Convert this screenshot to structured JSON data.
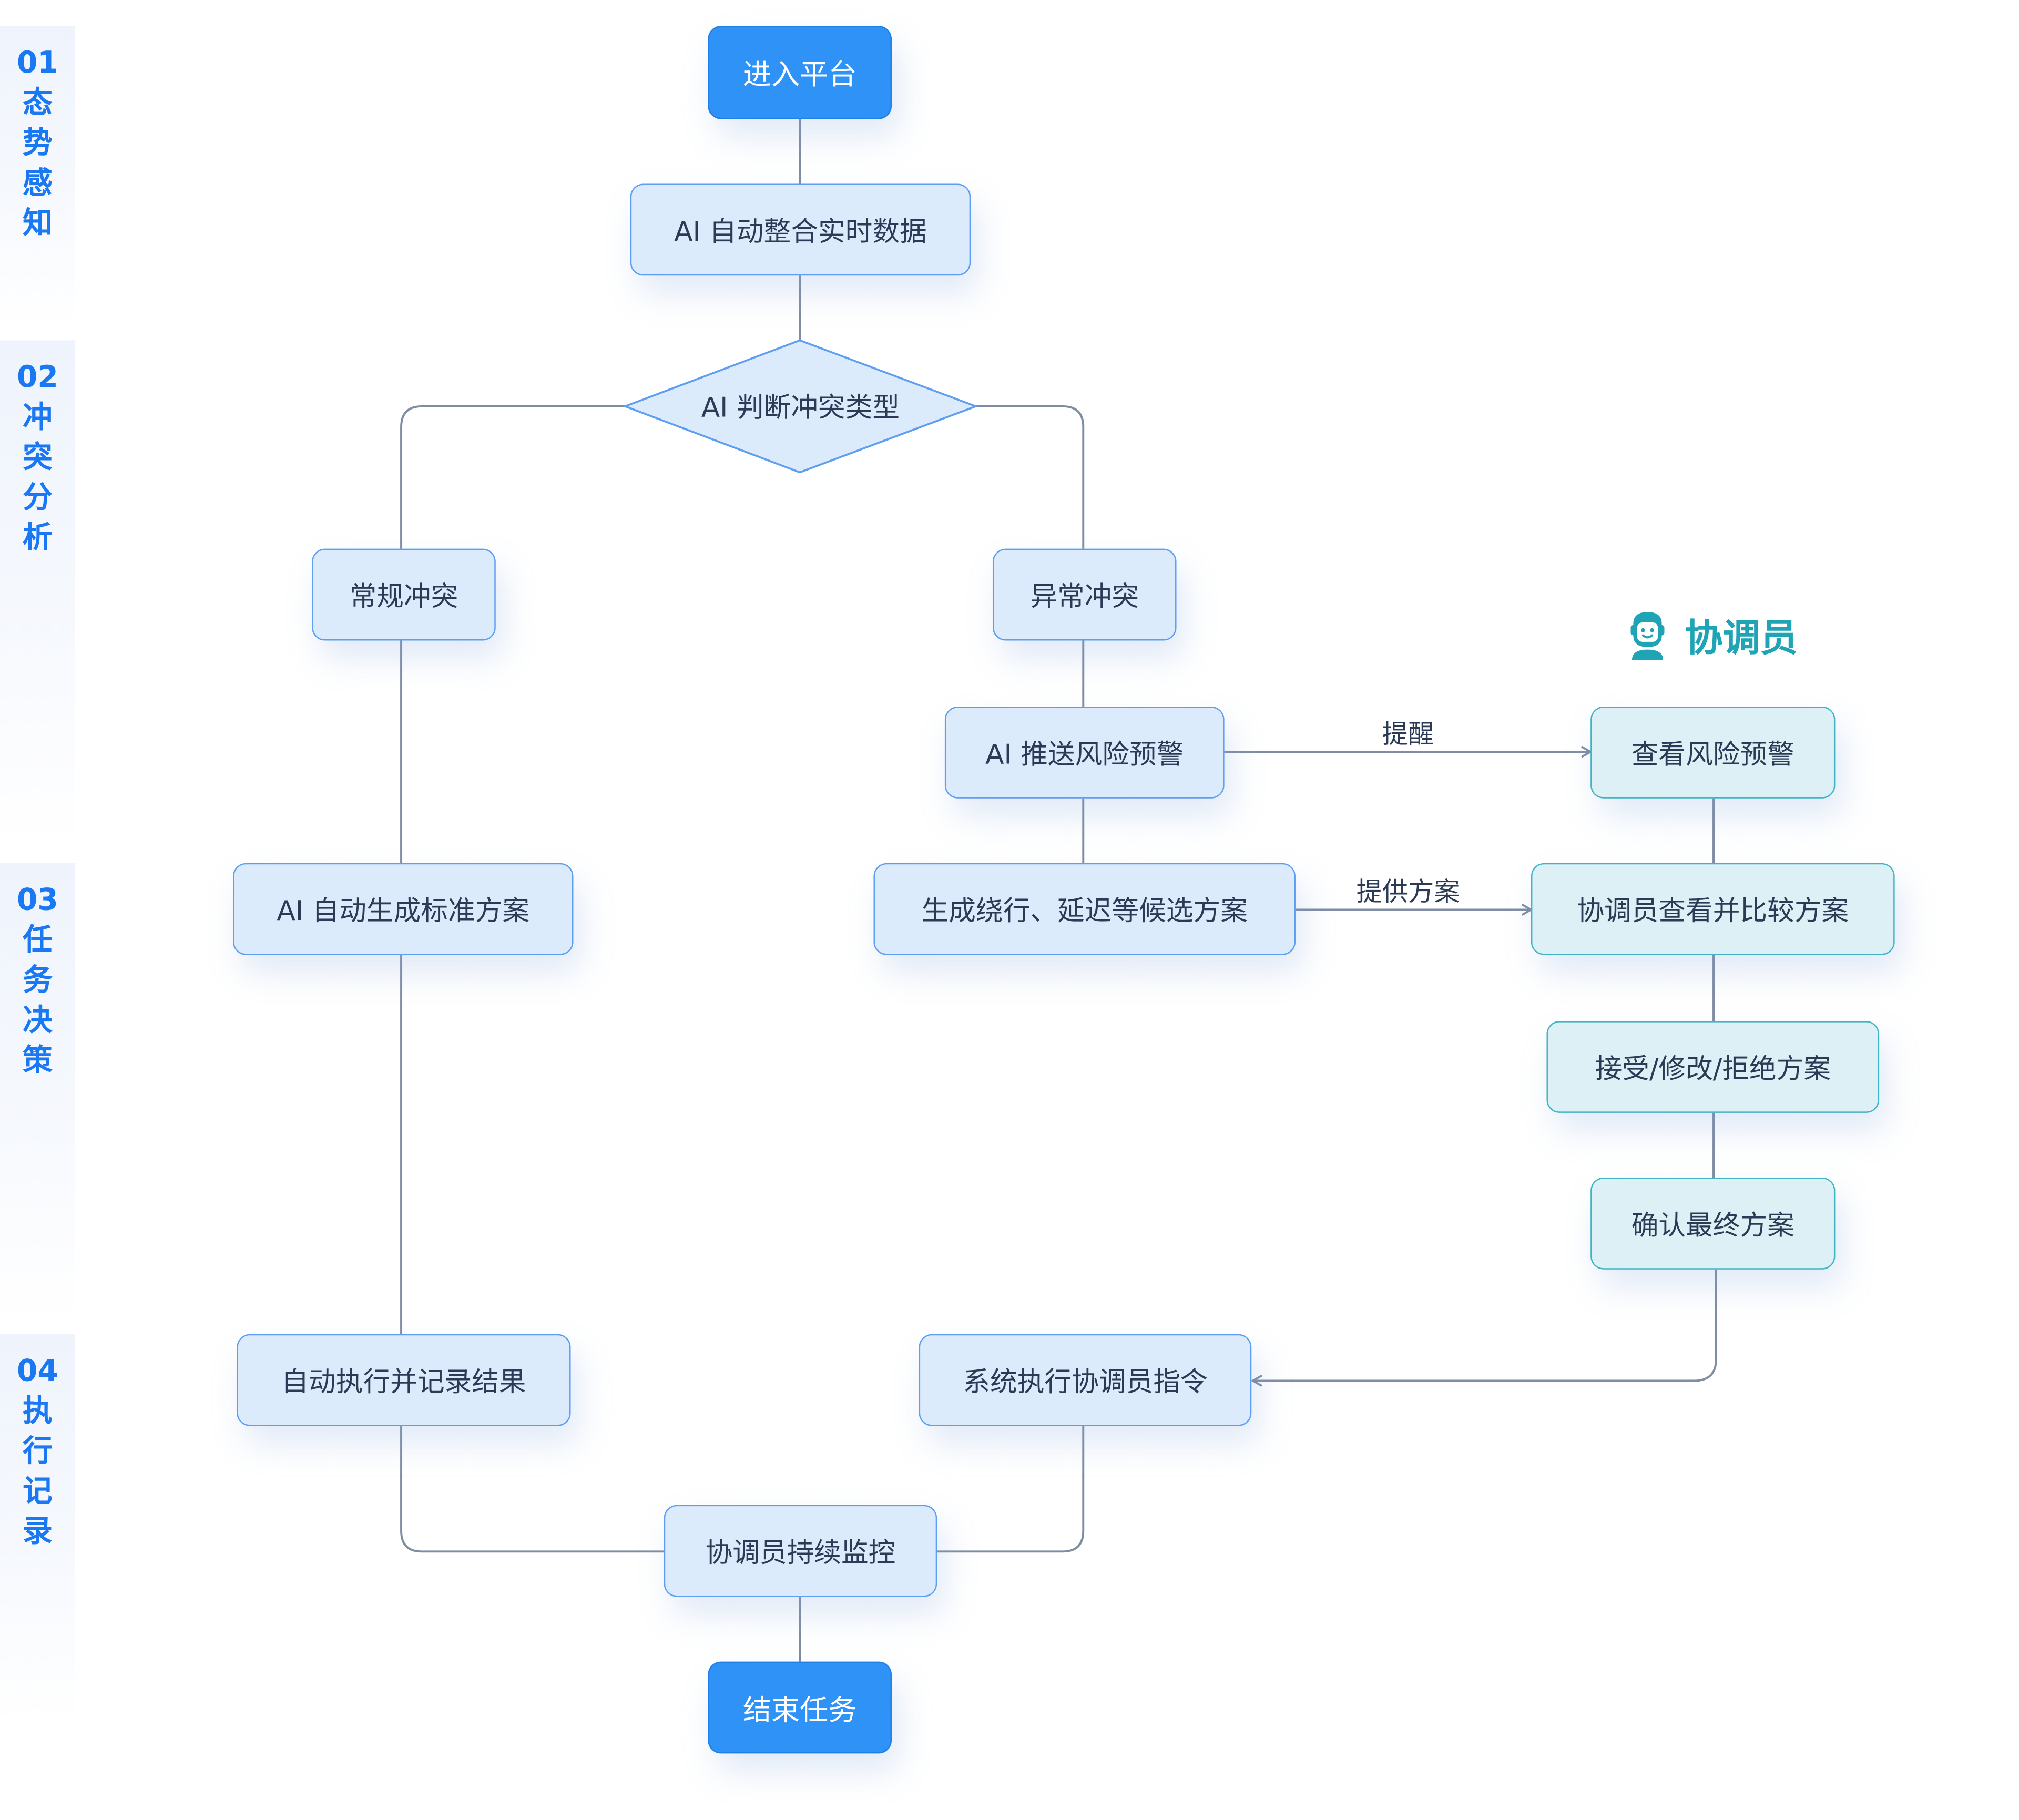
{
  "stages": [
    {
      "num": "01",
      "chars": [
        "态",
        "势",
        "感",
        "知"
      ]
    },
    {
      "num": "02",
      "chars": [
        "冲",
        "突",
        "分",
        "析"
      ]
    },
    {
      "num": "03",
      "chars": [
        "任",
        "务",
        "决",
        "策"
      ]
    },
    {
      "num": "04",
      "chars": [
        "执",
        "行",
        "记",
        "录"
      ]
    }
  ],
  "role": {
    "label": "协调员",
    "icon": "coordinator-avatar-icon"
  },
  "nodes": {
    "enter": "进入平台",
    "integrate": "AI 自动整合实时数据",
    "judge": "AI 判断冲突类型",
    "routine": "常规冲突",
    "abnormal": "异常冲突",
    "push_alert": "AI 推送风险预警",
    "view_alert": "查看风险预警",
    "gen_standard": "AI 自动生成标准方案",
    "gen_candidates": "生成绕行、延迟等候选方案",
    "compare": "协调员查看并比较方案",
    "accept_modify": "接受/修改/拒绝方案",
    "confirm": "确认最终方案",
    "auto_exec": "自动执行并记录结果",
    "system_exec": "系统执行协调员指令",
    "monitor": "协调员持续监控",
    "end": "结束任务"
  },
  "edge_labels": {
    "remind": "提醒",
    "provide": "提供方案"
  },
  "colors": {
    "stage_text": "#1a78f2",
    "ai_fill": "#dcebfc",
    "ai_border": "#5d9ef2",
    "coordinator_fill": "#dcf0f5",
    "coordinator_border": "#3fb4c4",
    "terminal_fill": "#2f92f6",
    "connector": "#7f8da3",
    "role_text": "#1fa4b6"
  }
}
